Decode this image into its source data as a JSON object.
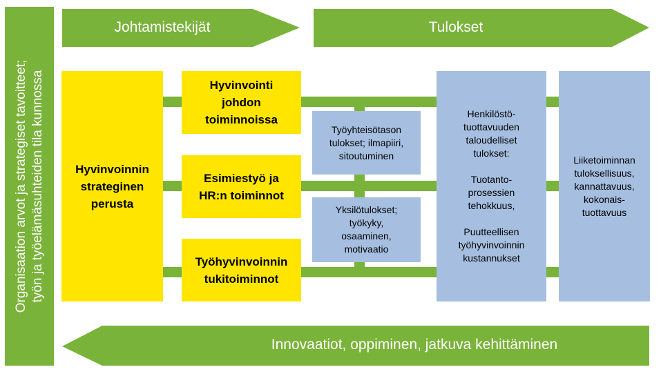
{
  "side_bar": {
    "lines": [
      "Organisaation arvot ja strategiset tavoitteet;",
      "työn ja työelämäsuhteiden tila kunnossa"
    ]
  },
  "arrows": {
    "left_label": "Johtamistekijät",
    "right_label": "Tulokset",
    "bottom_label": "Innovaatiot, oppiminen, jatkuva kehittäminen"
  },
  "yellow_boxes": {
    "foundation": [
      "Hyvinvoinnin",
      "strateginen",
      "perusta"
    ],
    "leadership": [
      "Hyvinvointi",
      "johdon",
      "toiminnoissa"
    ],
    "supervisor": [
      "Esimiestyö ja",
      "HR:n toiminnot"
    ],
    "support": [
      "Työhyvinvoinnin",
      "tukitoiminnot"
    ]
  },
  "blue_boxes": {
    "community": [
      "Työyhteisötason",
      "tulokset; ilmapiiri,",
      "sitoutuminen"
    ],
    "individual": [
      "Yksilötulokset;",
      "työkyky,",
      "osaaminen,",
      "motivaatio"
    ],
    "hr_finance": [
      "Henkilöstö-",
      "tuottavuuden",
      "taloudelliset",
      "tulokset:",
      "",
      "Tuotanto-",
      "prosessien",
      "tehokkuus,",
      "",
      "Puutteellisen",
      "työhyvinvoinnin",
      "kustannukset"
    ],
    "business": [
      "Liiketoiminnan",
      "tuloksellisuus,",
      "kannattavuus,",
      "kokonais-",
      "tuottavuus"
    ]
  },
  "colors": {
    "green": "#7ab33a",
    "yellow": "#ffe500",
    "blue": "#a6bfe0"
  }
}
